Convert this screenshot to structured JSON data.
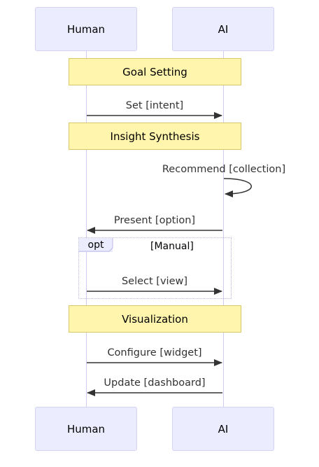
{
  "actors": {
    "human": "Human",
    "ai": "AI"
  },
  "notes": {
    "goal": "Goal Setting",
    "insight": "Insight Synthesis",
    "viz": "Visualization"
  },
  "messages": {
    "set": "Set [intent]",
    "recommend": "Recommend [collection]",
    "present": "Present [option]",
    "select": "Select [view]",
    "configure": "Configure [widget]",
    "update": "Update [dashboard]"
  },
  "opt": {
    "label": "opt",
    "condition": "[Manual]"
  },
  "colors": {
    "actor_fill": "#ECECFF",
    "note_fill": "#FFF5AD",
    "line": "#333333"
  }
}
